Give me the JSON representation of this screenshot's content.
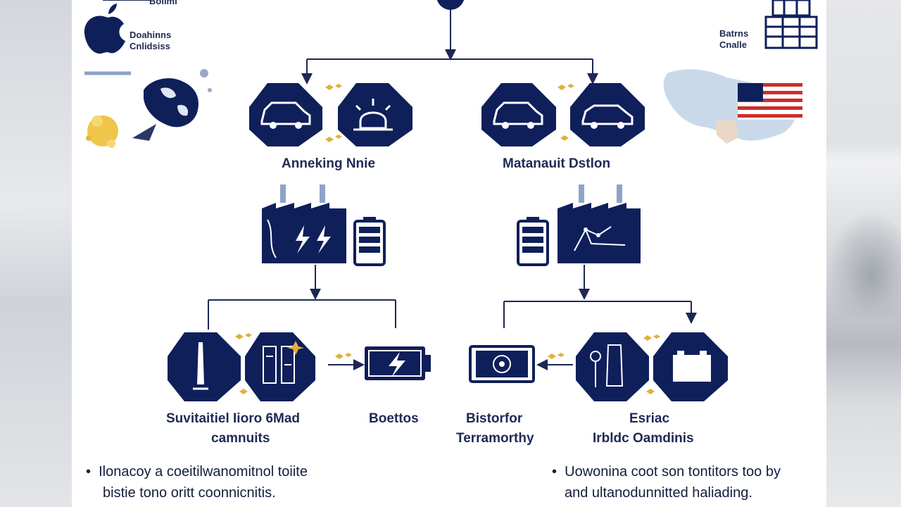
{
  "colors": {
    "navy": "#0f1f5a",
    "gold": "#e0b23a",
    "line": "#1d2755",
    "map": "#c9d9ea"
  },
  "header": {
    "top_left_caption": "Bolimi",
    "left_caption": [
      "Doahinns",
      "Cnlidsiss"
    ],
    "right_caption": [
      "Batrns",
      "Cnalle"
    ]
  },
  "labels": {
    "left_group": "Anneking Nnie",
    "right_group": "Matanauit Dstlon",
    "bottom_left": [
      "Suvitaitiel Iioro 6Mad",
      "camnuits"
    ],
    "bottom_mid": "Boettos",
    "bottom_right_a": [
      "Bistorfor",
      "Terramorthy"
    ],
    "bottom_right_b": [
      "Esriac",
      "Irbldc Oamdinis"
    ]
  },
  "bullets": {
    "left": [
      "Ilonacoy a coeitilwanomitnol toiite",
      "bistie tono oritt coonnicnitis."
    ],
    "right": [
      "Uowonina coot son tontitors too by",
      "and ultanodunnitted haliading."
    ]
  },
  "icons": {
    "top": [
      "apple-logo-icon",
      "world-map-icon",
      "data-grid-icon",
      "us-map-icon",
      "us-flag-icon"
    ],
    "row1": [
      "car-icon",
      "charging-light-icon",
      "car-icon",
      "car-icon"
    ],
    "row2": [
      "factory-lightning-icon",
      "battery-icon",
      "battery-icon",
      "factory-robot-arm-icon"
    ],
    "row3": [
      "tower-icon",
      "battery-cells-icon",
      "battery-charge-icon",
      "motor-module-icon",
      "robot-worker-icon",
      "battery-pack-icon"
    ]
  }
}
